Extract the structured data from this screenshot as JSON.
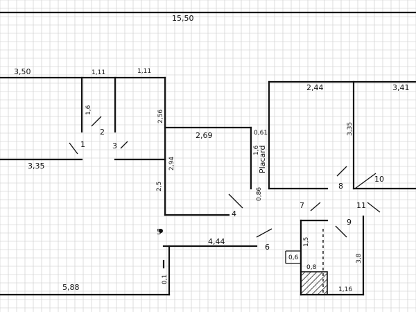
{
  "plan": {
    "dimensions": {
      "total_width": "15,50",
      "room_left_width": "3,50",
      "opening_a": "1,11",
      "opening_b": "1,11",
      "left_room_lower": "3,35",
      "pass_height": "1,6",
      "bath_side": "2,56",
      "bath_width": "2,69",
      "bath_lower_side": "2,94",
      "bath_lower_side_b": "2,5",
      "closet_top": "0,61",
      "closet_mid": "1,6",
      "closet_bottom": "0,86",
      "right_room_a_width": "2,44",
      "right_room_b_width": "3,41",
      "right_room_height": "3,35",
      "corridor_length": "4,44",
      "bottom_width": "5,88",
      "bottom_post": "0,1",
      "niche_height": "1,5",
      "niche_depth": "0,6",
      "shower_width": "0,8",
      "right_lower_height": "3,8",
      "right_lower_width": "1,16"
    },
    "closet_word": "Placard",
    "doors": [
      "1",
      "2",
      "3",
      "4",
      "5",
      "6",
      "7",
      "8",
      "9",
      "10",
      "11"
    ]
  },
  "colors": {
    "ink": "#111111",
    "grid": "#c8c8c8",
    "paper": "#ffffff"
  }
}
